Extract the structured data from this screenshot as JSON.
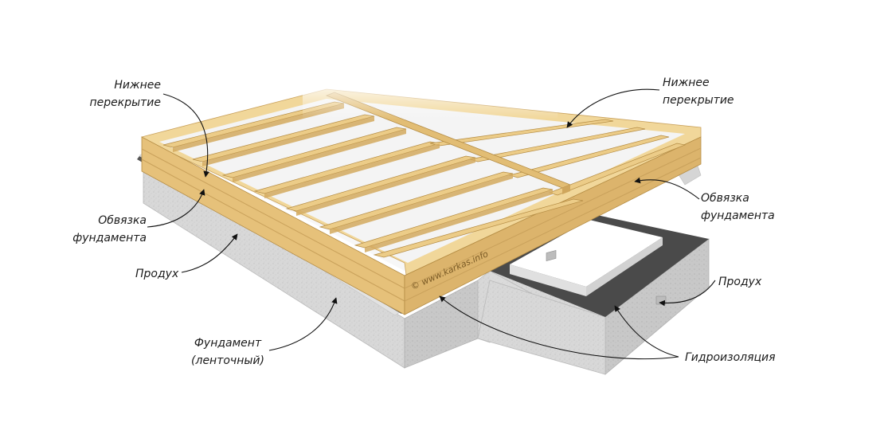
{
  "labels": {
    "floor_left": [
      "Нижнее",
      "перекрытие"
    ],
    "floor_right": [
      "Нижнее",
      "перекрытие"
    ],
    "strap_left": [
      "Обвязка",
      "фундамента"
    ],
    "strap_right": [
      "Обвязка",
      "фундамента"
    ],
    "vent_left": "Продух",
    "vent_right": "Продух",
    "foundation": [
      "Фундамент",
      "(ленточный)"
    ],
    "waterproofing": "Гидроизоляция"
  },
  "watermark": "© www.karkas.info",
  "colors": {
    "wood_light": "#f1d79a",
    "wood_mid": "#e6c17a",
    "wood_dark": "#c9a15b",
    "concrete_side": "#d9d9d9",
    "concrete_front": "#cfcfcf",
    "waterproof": "#4a4a4a",
    "insulation": "#f3f3f3"
  }
}
